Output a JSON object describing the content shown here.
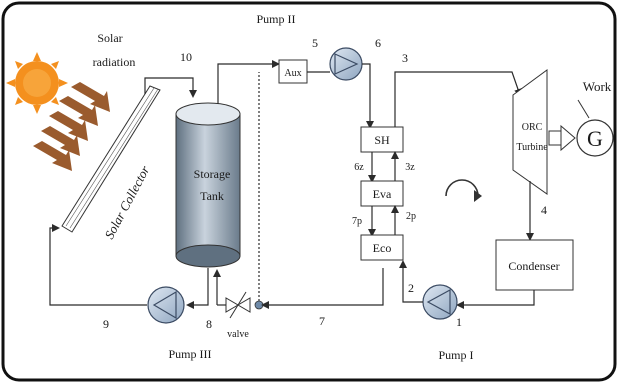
{
  "labels": {
    "solar_radiation_line1": "Solar",
    "solar_radiation_line2": "radiation",
    "solar_collector": "Solar Collector",
    "storage_line1": "Storage",
    "storage_line2": "Tank",
    "aux": "Aux",
    "pump2": "Pump II",
    "pump3": "Pump III",
    "pump1": "Pump I",
    "valve": "valve",
    "sh": "SH",
    "eva": "Eva",
    "eco": "Eco",
    "orc_line1": "ORC",
    "orc_line2": "Turbine",
    "generator": "G",
    "work": "Work",
    "condenser": "Condenser"
  },
  "state_points": {
    "p1": "1",
    "p2": "2",
    "p3": "3",
    "p4": "4",
    "p5": "5",
    "p6": "6",
    "p7": "7",
    "p8": "8",
    "p9": "9",
    "p10": "10",
    "p2p": "2p",
    "p3z": "3z",
    "p6z": "6z",
    "p7p": "7p"
  },
  "colors": {
    "sun": "#f4901e",
    "sun_core": "#f7a43a",
    "rays": "#9a5b2e",
    "tank_dark": "#6f8090",
    "tank_light": "#c9d3dd",
    "pump_fill": "#b6c8dd",
    "pump_stroke": "#3b4b63"
  }
}
